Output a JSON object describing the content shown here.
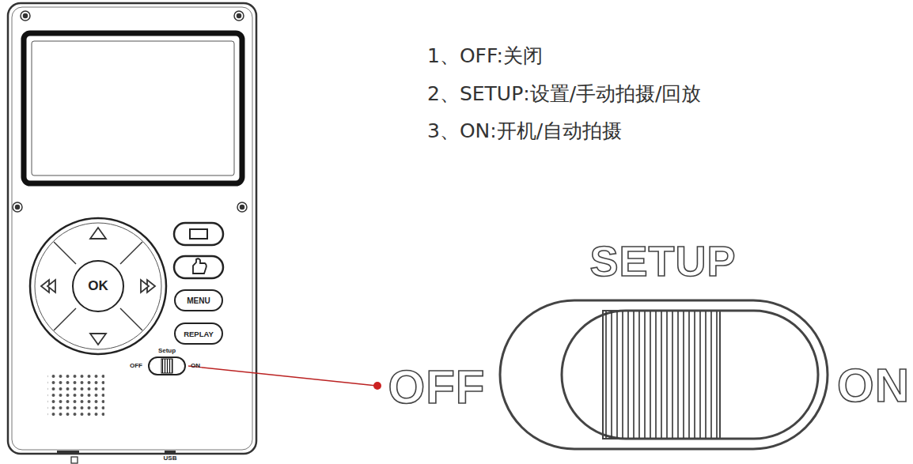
{
  "diagram": {
    "nodes": [
      {
        "text": [
          "OK"
        ]
      },
      {
        "text": [
          "MENU"
        ]
      },
      {
        "text": [
          "REPLAY"
        ]
      }
    ],
    "labels": [
      "1、OFF:关闭",
      "2、SETUP:设置/手动拍摄/回放",
      "3、ON:开机/自动拍摄",
      "SETUP",
      "OFF",
      "ON",
      "Setup",
      "OFF",
      "ON",
      "USB"
    ]
  }
}
